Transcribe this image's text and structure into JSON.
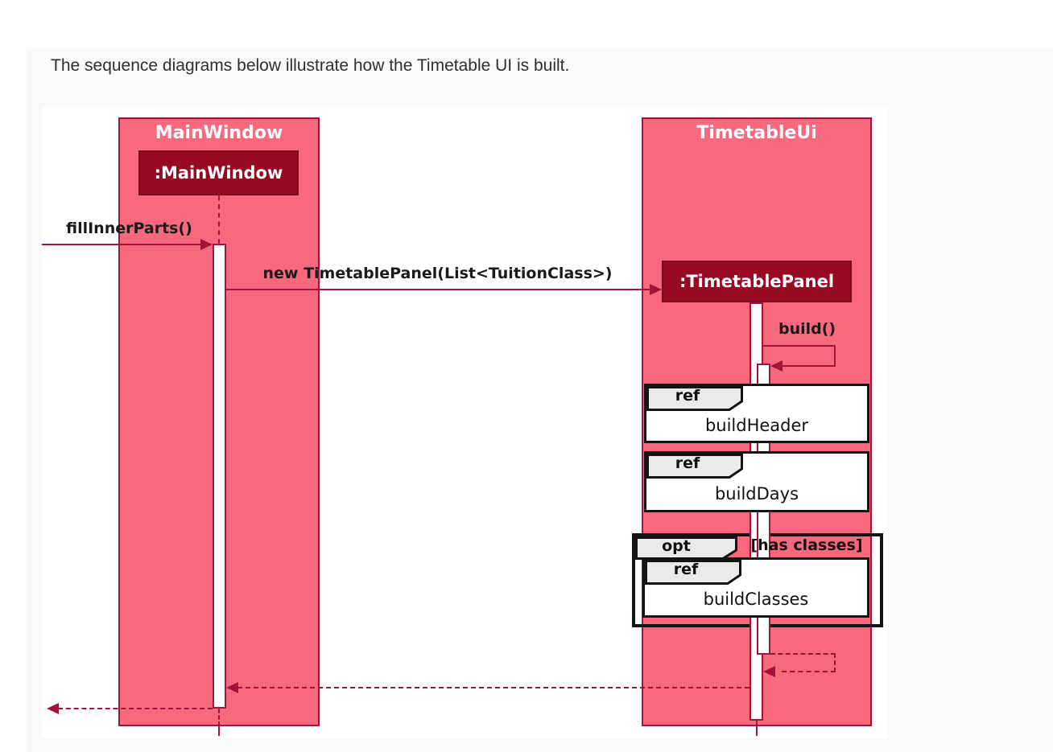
{
  "page": {
    "caption": "The sequence diagrams below illustrate how the Timetable UI is built."
  },
  "diagram": {
    "frames": {
      "main_window": {
        "title": "MainWindow",
        "participant": ":MainWindow"
      },
      "timetable_ui": {
        "title": "TimetableUi",
        "participant": ":TimetablePanel"
      }
    },
    "messages": {
      "fill_inner_parts": "fillInnerParts()",
      "new_panel": "new TimetablePanel(List<TuitionClass>)",
      "build": "build()"
    },
    "fragments": {
      "ref_keyword": "ref",
      "build_header": "buildHeader",
      "build_days": "buildDays",
      "opt_keyword": "opt",
      "opt_guard": "[has classes]",
      "build_classes": "buildClasses"
    },
    "colors": {
      "frame_fill": "#f8697d",
      "frame_border": "#a31237",
      "participant_fill": "#970b22",
      "participant_text": "#ffffff",
      "arrow": "#a31237",
      "fragment_border": "#141414",
      "pentagon_fill": "#eaeaea",
      "message_text": "#1a1a1a"
    }
  }
}
